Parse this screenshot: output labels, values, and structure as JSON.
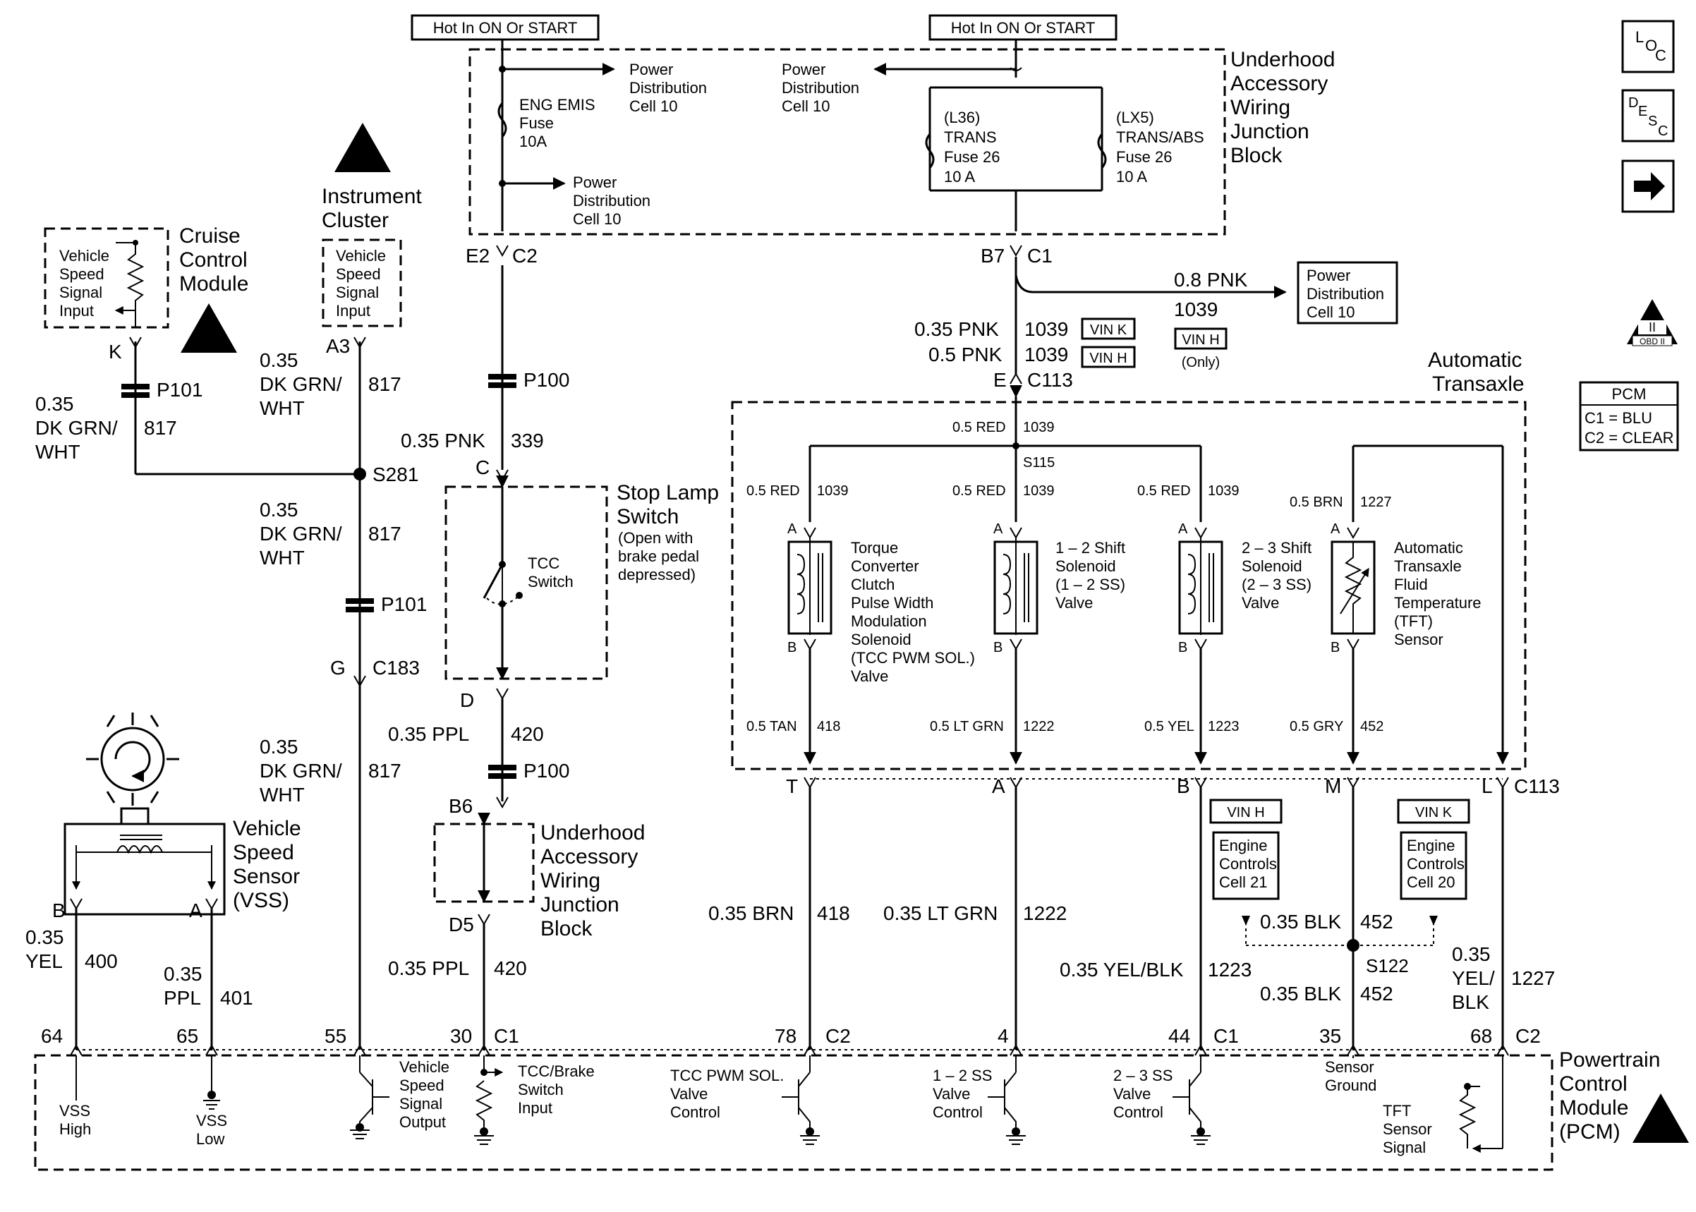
{
  "hot_labels": [
    "Hot In ON Or START",
    "Hot In ON Or START"
  ],
  "side_icons": {
    "loc": "LOC",
    "desc": "DESC",
    "obd": "OBD II"
  },
  "pcm_legend": {
    "title": "PCM",
    "c1": "C1 = BLU",
    "c2": "C2 = CLEAR"
  },
  "junction_block": {
    "name": [
      "Underhood",
      "Accessory",
      "Wiring",
      "Junction",
      "Block"
    ],
    "power_dist": [
      "Power",
      "Distribution",
      "Cell 10"
    ],
    "eng_emis": [
      "ENG EMIS",
      "Fuse",
      "10A"
    ],
    "l36": [
      "(L36)",
      "TRANS",
      "Fuse 26",
      "10 A"
    ],
    "lx5": [
      "(LX5)",
      "TRANS/ABS",
      "Fuse 26",
      "10 A"
    ],
    "e2": "E2",
    "c2": "C2",
    "b7": "B7",
    "c1": "C1"
  },
  "cruise": {
    "name": [
      "Cruise",
      "Control",
      "Module"
    ],
    "input": [
      "Vehicle",
      "Speed",
      "Signal",
      "Input"
    ],
    "pin": "K"
  },
  "cluster": {
    "name": [
      "Instrument",
      "Cluster"
    ],
    "input": [
      "Vehicle",
      "Speed",
      "Signal",
      "Input"
    ],
    "pin": "A3"
  },
  "wires": {
    "p101": "P101",
    "p100": "P100",
    "s281": "S281",
    "s115": "S115",
    "s122": "S122",
    "dkgrn_size": "0.35",
    "dkgrn_color": [
      "DK GRN/",
      "WHT"
    ],
    "dkgrn_circuit": "817",
    "pnk339": "0.35 PNK",
    "c339": "339",
    "pnk1039_a": "0.35 PNK",
    "pnk1039_b": "0.5 PNK",
    "c1039": "1039",
    "vin_k": "VIN K",
    "vin_h": "VIN H",
    "only": "(Only)",
    "pnk08": "0.8 PNK",
    "ppl": "0.35 PPL",
    "c420": "420",
    "g": "G",
    "c183": "C183",
    "c": "C",
    "d": "D",
    "b6": "B6",
    "d5": "D5",
    "e": "E",
    "c113": "C113",
    "red05": "0.5 RED",
    "brn05": "0.5 BRN",
    "c1227": "1227",
    "tan05": "0.5 TAN",
    "c418": "418",
    "ltgrn05": "0.5 LT GRN",
    "c1222": "1222",
    "yel05": "0.5 YEL",
    "c1223": "1223",
    "gry05": "0.5 GRY",
    "c452": "452",
    "brn035": "0.35 BRN",
    "ltgrn035": "0.35 LT GRN",
    "yelblk035": "0.35 YEL/BLK",
    "blk035": "0.35 BLK",
    "yelblk_size": "0.35",
    "yelblk_col": [
      "YEL/",
      "BLK"
    ],
    "yel_size": "0.35",
    "yel": "YEL",
    "c400": "400",
    "ppl_size": "0.35",
    "ppl2": "PPL",
    "c401": "401",
    "pin_t": "T",
    "pin_a": "A",
    "pin_b": "B",
    "pin_m": "M",
    "pin_l": "L"
  },
  "stop_lamp": {
    "name": [
      "Stop Lamp",
      "Switch"
    ],
    "note": [
      "(Open with",
      "brake pedal",
      "depressed)"
    ],
    "tcc": [
      "TCC",
      "Switch"
    ]
  },
  "junction2": [
    "Underhood",
    "Accessory",
    "Wiring",
    "Junction",
    "Block"
  ],
  "vss": {
    "name": [
      "Vehicle",
      "Speed",
      "Sensor",
      "(VSS)"
    ],
    "pin_b": "B",
    "pin_a": "A"
  },
  "transaxle": {
    "name": [
      "Automatic",
      "Transaxle"
    ],
    "tcc_sol": [
      "Torque",
      "Converter",
      "Clutch",
      "Pulse Width",
      "Modulation",
      "Solenoid",
      "(TCC PWM SOL.)",
      "Valve"
    ],
    "ss12": [
      "1 – 2 Shift",
      "Solenoid",
      "(1 – 2 SS)",
      "Valve"
    ],
    "ss23": [
      "2 – 3 Shift",
      "Solenoid",
      "(2 – 3 SS)",
      "Valve"
    ],
    "tft": [
      "Automatic",
      "Transaxle",
      "Fluid",
      "Temperature",
      "(TFT)",
      "Sensor"
    ]
  },
  "engine_cells": {
    "h": [
      "Engine",
      "Controls",
      "Cell 21"
    ],
    "k": [
      "Engine",
      "Controls",
      "Cell 20"
    ]
  },
  "pcm": {
    "name": [
      "Powertrain",
      "Control",
      "Module",
      "(PCM)"
    ],
    "pins": [
      "64",
      "65",
      "55",
      "30",
      "78",
      "4",
      "44",
      "35",
      "68"
    ],
    "conn": [
      "C1",
      "C2",
      "C1",
      "C2"
    ],
    "vss_high": [
      "VSS",
      "High"
    ],
    "vss_low": [
      "VSS",
      "Low"
    ],
    "vss_out": [
      "Vehicle",
      "Speed",
      "Signal",
      "Output"
    ],
    "tcc_brake": [
      "TCC/Brake",
      "Switch",
      "Input"
    ],
    "tcc_pwm": [
      "TCC PWM SOL.",
      "Valve",
      "Control"
    ],
    "ss12_ctl": [
      "1 – 2 SS",
      "Valve",
      "Control"
    ],
    "ss23_ctl": [
      "2 – 3 SS",
      "Valve",
      "Control"
    ],
    "sensor_gnd": [
      "Sensor",
      "Ground"
    ],
    "tft_sig": [
      "TFT",
      "Sensor",
      "Signal"
    ]
  }
}
